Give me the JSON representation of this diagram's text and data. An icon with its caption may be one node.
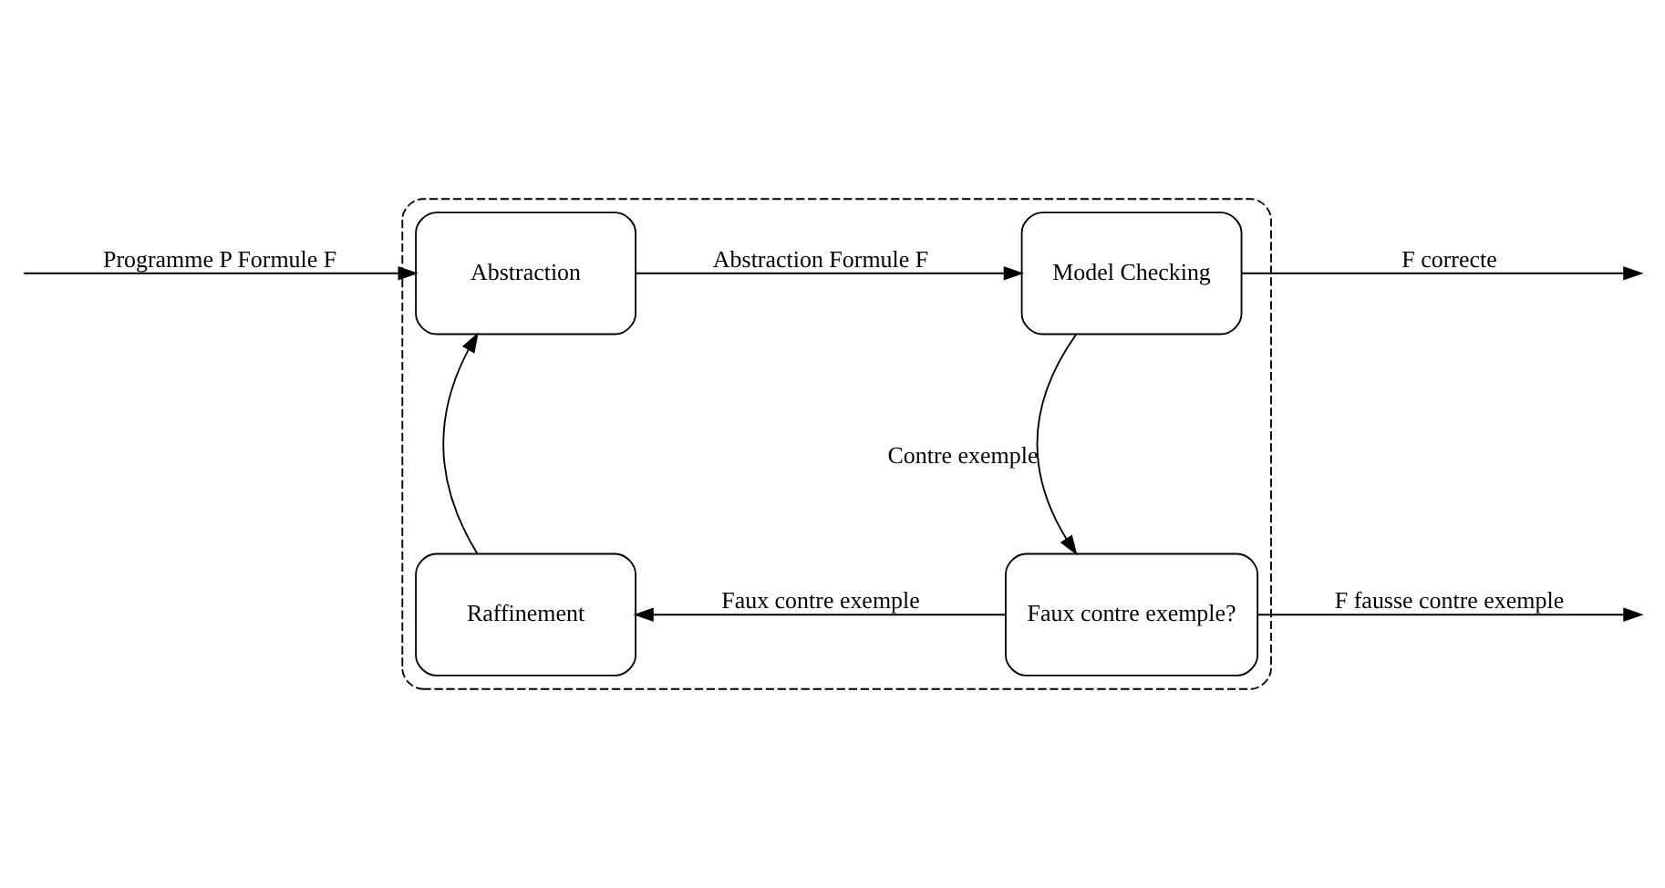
{
  "diagram": {
    "nodes": [
      {
        "text": [],
        "shape": "box"
      },
      {
        "text": [
          "Abstraction"
        ],
        "in": 0
      },
      {
        "text": [
          "Model Checking"
        ],
        "in": 0
      },
      {
        "text": [
          "Raffinement"
        ],
        "in": 0
      },
      {
        "text": [
          "Faux contre exemple?"
        ],
        "in": 0
      }
    ],
    "edges": [
      {
        "from": null,
        "to": 1,
        "arrow": "to",
        "label": "Programme P Formule F"
      },
      {
        "from": 1,
        "to": 2,
        "arrow": "to",
        "label": "Abstraction Formule F"
      },
      {
        "from": 2,
        "to": null,
        "arrow": "to",
        "label": "F correcte"
      },
      {
        "from": 2,
        "to": 4,
        "arrow": "to",
        "label": "Contre exemple"
      },
      {
        "from": 4,
        "to": 3,
        "arrow": "to",
        "label": "Faux contre exemple"
      },
      {
        "from": 3,
        "to": 1,
        "arrow": "to"
      },
      {
        "from": 4,
        "to": null,
        "arrow": "to",
        "label": "F fausse contre exemple"
      }
    ]
  }
}
